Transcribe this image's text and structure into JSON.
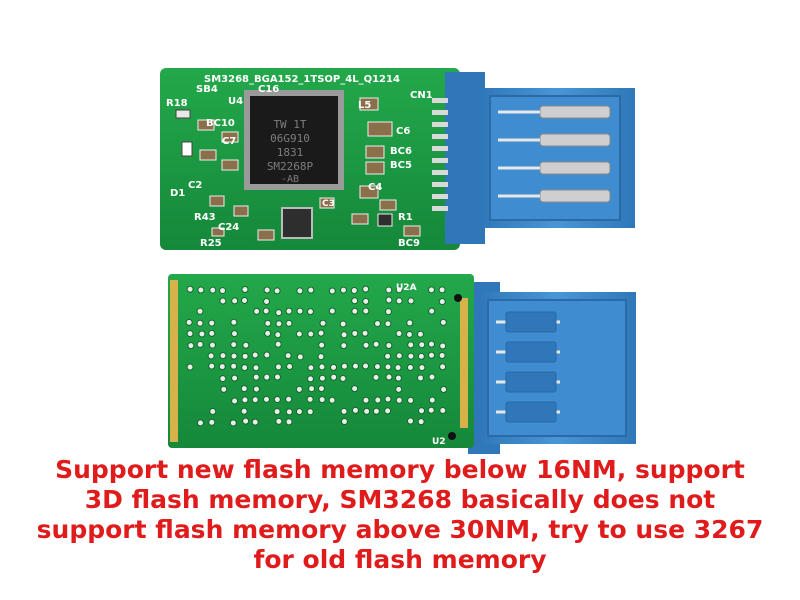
{
  "top_board": {
    "header_marking": "SM3268_BGA152_1TSOP_4L_Q1214",
    "labels": [
      "U4",
      "C16",
      "R18",
      "SB4",
      "BC10",
      "C7",
      "L5",
      "C6",
      "BC6",
      "BC5",
      "CN1",
      "D1",
      "C2",
      "R43",
      "C4",
      "C24",
      "C3",
      "R1",
      "R25",
      "BC9"
    ],
    "chip_lines": [
      "TW  1T",
      "06G910",
      "1831",
      "SM2268P",
      "-AB"
    ]
  },
  "bottom_board": {
    "labels": [
      "U2A",
      "U2"
    ]
  },
  "colors": {
    "pcb": "#1c9a3e",
    "pcb_dark": "#137a2e",
    "connector": "#3b86c8",
    "gold": "#d7b24a",
    "caption": "#e01b1b"
  },
  "caption_lines": [
    "Support new flash memory below 16NM, support",
    "3D flash memory, SM3268 basically does not",
    "support flash memory above 30NM, try to use 3267",
    "for old flash memory"
  ]
}
